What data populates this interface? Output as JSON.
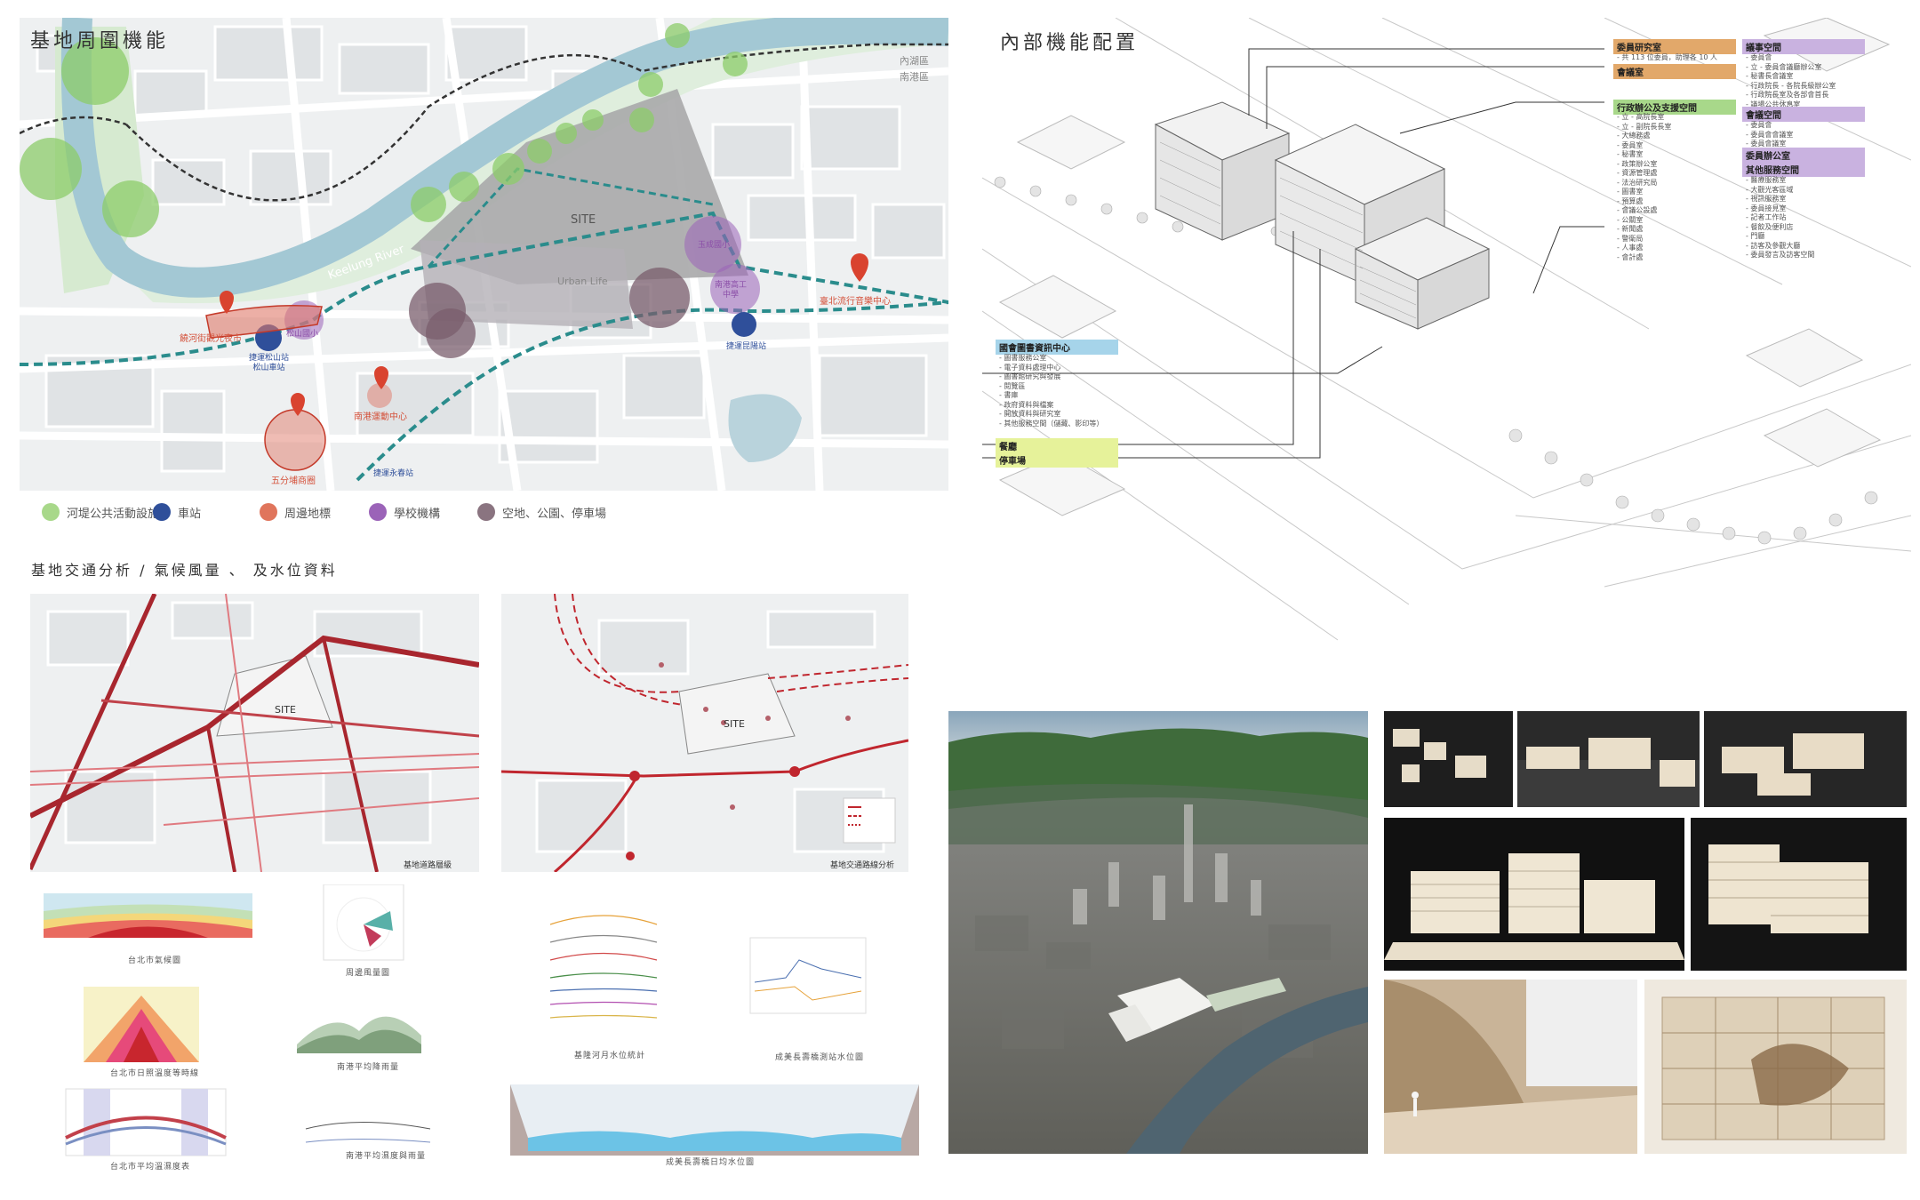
{
  "site_map": {
    "title": "基地周圍機能",
    "river_label": "Keelung River",
    "site_label": "SITE",
    "urban_label": "Urban Life",
    "district_north": "內湖區",
    "district_south": "南港區",
    "places": [
      {
        "name": "饒河街觀光夜市",
        "color": "#d4513a"
      },
      {
        "name": "松山國小",
        "color": "#8b4fa8"
      },
      {
        "name": "捷運松山站\n松山車站",
        "color": "#2f4f9a"
      },
      {
        "name": "南港運動中心",
        "color": "#d4513a"
      },
      {
        "name": "五分埔商圈",
        "color": "#d4513a"
      },
      {
        "name": "捷運永春站",
        "color": "#2f4f9a"
      },
      {
        "name": "玉成國小",
        "color": "#8b4fa8"
      },
      {
        "name": "南港高工\n中學",
        "color": "#8b4fa8"
      },
      {
        "name": "捷運昆陽站",
        "color": "#2f4f9a"
      },
      {
        "name": "臺北流行音樂中心",
        "color": "#d4513a"
      }
    ],
    "legend": [
      {
        "label": "河堤公共活動設施",
        "color": "#a8d88a"
      },
      {
        "label": "車站",
        "color": "#2f4f9a"
      },
      {
        "label": "周邊地標",
        "color": "#e0755c"
      },
      {
        "label": "學校機構",
        "color": "#9b63b8"
      },
      {
        "label": "空地、公園、停車場",
        "color": "#8a7480"
      }
    ]
  },
  "traffic": {
    "title": "基地交通分析 / 氣候風量 、 及水位資料",
    "map1_site": "SITE",
    "map1_caption": "基地道路層級",
    "map2_site": "SITE",
    "map2_caption": "基地交通路線分析",
    "chart_captions": [
      "台北市氣候圖",
      "周邊風量圖",
      "基隆河月水位統計",
      "成美長壽橋測站水位圖",
      "台北市日照溫度等時線",
      "南港平均降雨量",
      "台北市平均溫濕度表",
      "南港平均濕度與雨量",
      "成美長壽橋日均水位圖"
    ]
  },
  "program": {
    "title": "內部機能配置",
    "tags_right": [
      {
        "label": "委員研究室",
        "color": "#e2a86a",
        "items": "- 共 113 位委員，助理各 10 人"
      },
      {
        "label": "會議室",
        "color": "#e2a86a",
        "items": ""
      },
      {
        "label": "行政辦公及支援空間",
        "color": "#a8d88a",
        "items": "- 立 - 高院長室\n- 立 - 副院長長室\n- 大總務處\n- 委員室\n- 秘書室\n- 政策辦公室\n- 資源管理處\n- 法治研究局\n- 圖書室\n- 預算處\n- 會議公設處\n- 公關室\n- 新聞處\n- 警衛局\n- 人事處\n- 會計處"
      },
      {
        "label": "議事空間",
        "color": "#c9b2e0",
        "items": "- 委員會\n- 立 - 委員會議廳辦公室\n- 秘書長會議室\n- 行政院長 - 各院長級辦公室\n- 行政院長室及各部會首長\n- 議場公共休息室"
      },
      {
        "label": "會議空間",
        "color": "#c9b2e0",
        "items": "- 委員會\n- 委員會會議室\n- 委員會議室"
      },
      {
        "label": "委員辦公室",
        "color": "#c9b2e0",
        "items": ""
      },
      {
        "label": "其他服務空間",
        "color": "#c9b2e0",
        "items": "- 醫療服務室\n- 大觀光客區域\n- 視訊服務室\n- 委員接見室\n- 記者工作站\n- 餐飲及便利店\n- 門廳\n- 訪客及參觀大廳\n- 委員發言及訪客空間"
      }
    ],
    "tags_left": [
      {
        "label": "國會圖書資訊中心",
        "color": "#a6d4ea",
        "items": "- 圖書服務公室\n- 電子資料處理中心\n- 圖書館研究與發展\n- 閱覽區\n- 書庫\n- 政府資料與檔案\n- 開放資料與研究室\n- 其他服務空間（儲藏、影印等）"
      },
      {
        "label": "餐廳",
        "color": "#e6f29a",
        "items": ""
      },
      {
        "label": "停車場",
        "color": "#e6f29a",
        "items": ""
      }
    ]
  },
  "aerial": {
    "label": "aerial-view"
  },
  "models": {
    "label": "physical-models"
  }
}
